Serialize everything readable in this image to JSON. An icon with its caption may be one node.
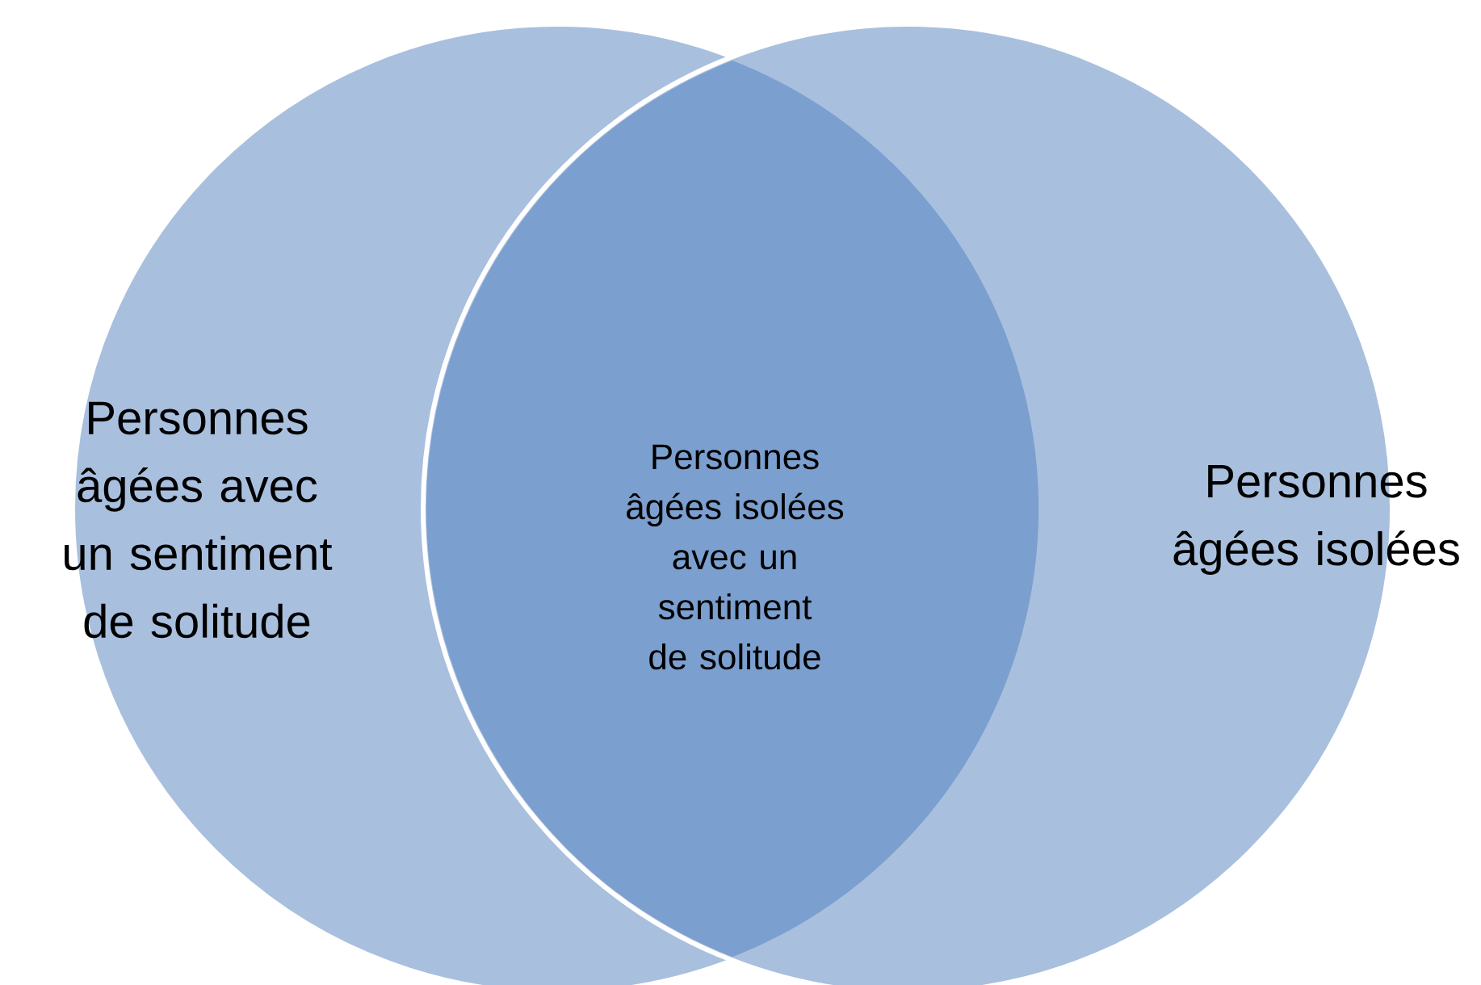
{
  "diagram": {
    "nodes": [
      {
        "text": [
          "Personnes âgées avec un sentiment de solitude"
        ]
      },
      {
        "text": [
          "Personnes âgées isolées"
        ]
      },
      {
        "text": [
          "Personnes âgées isolées avec un sentiment de solitude"
        ]
      }
    ]
  }
}
